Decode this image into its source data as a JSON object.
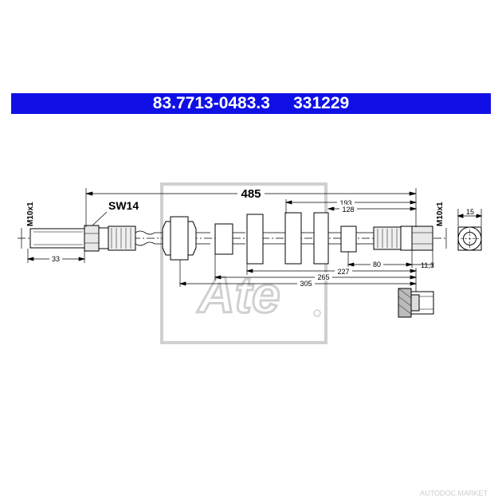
{
  "header": {
    "part_number": "83.7713-0483.3",
    "ref_number": "331229",
    "background_color": "#1010e6",
    "text_color": "#ffffff"
  },
  "dimensions": {
    "overall_length": "485",
    "wrench_size": "SW14",
    "thread_left": "M10x1",
    "thread_right": "M10x1",
    "left_fitting_length": "33",
    "d193": "193",
    "d128": "128",
    "d80": "80",
    "d11_3": "11,3",
    "d227": "227",
    "d265": "265",
    "d305": "305",
    "end_view_width": "15"
  },
  "logo": {
    "text": "Ate"
  },
  "watermark": {
    "text": "AUTODOC.MARKET"
  }
}
